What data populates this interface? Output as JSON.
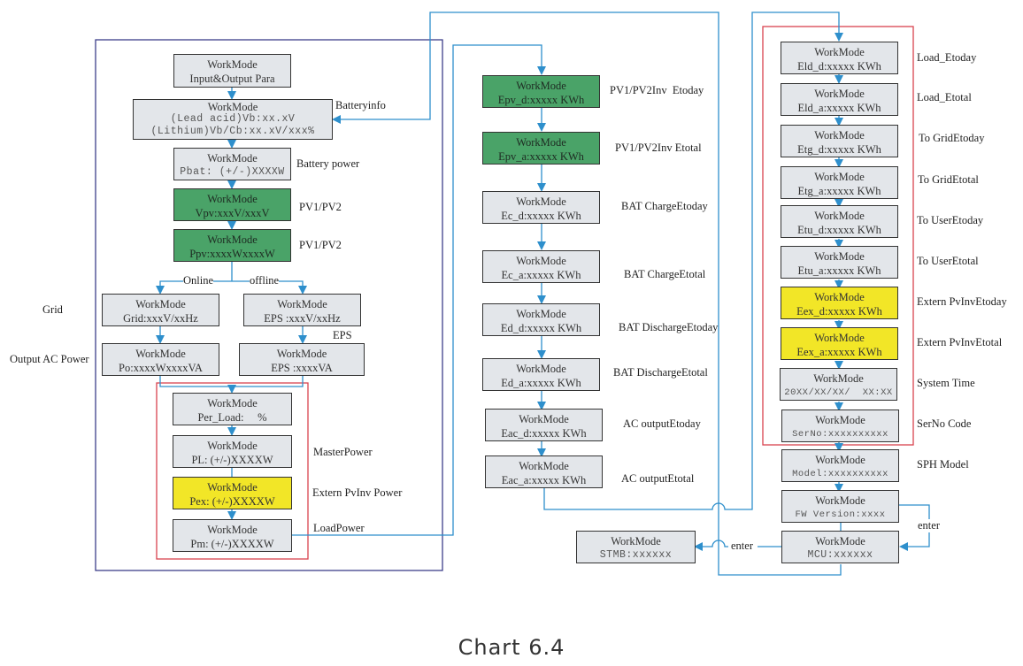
{
  "colors": {
    "node_gray": "#e3e6ea",
    "node_green": "#4aa368",
    "node_yellow": "#f2e627",
    "connector": "#2e8fcc",
    "frame_blue": "#3d3f8a",
    "frame_red": "#d9434f"
  },
  "caption": "Chart 6.4",
  "nodes": {
    "io_para": {
      "title": "WorkMode",
      "value": "Input&Output Para"
    },
    "battery_info": {
      "title": "WorkMode",
      "value": "(Lead acid)Vb:xx.xV",
      "value2": "(Lithium)Vb/Cb:xx.xV/xxx%"
    },
    "pbat": {
      "title": "WorkMode",
      "value": "Pbat: (+/-)XXXXW"
    },
    "vpv": {
      "title": "WorkMode",
      "value": "Vpv:xxxV/xxxV"
    },
    "ppv": {
      "title": "WorkMode",
      "value": "Ppv:xxxxWxxxxW"
    },
    "grid": {
      "title": "WorkMode",
      "value": "Grid:xxxV/xxHz"
    },
    "eps_v": {
      "title": "WorkMode",
      "value": "EPS :xxxV/xxHz"
    },
    "po": {
      "title": "WorkMode",
      "value": "Po:xxxxWxxxxVA"
    },
    "eps_va": {
      "title": "WorkMode",
      "value": "EPS :xxxxVA"
    },
    "per_load": {
      "title": "WorkMode",
      "value": "Per_Load:     %"
    },
    "pl": {
      "title": "WorkMode",
      "value": "PL: (+/-)XXXXW"
    },
    "pex": {
      "title": "WorkMode",
      "value": "Pex: (+/-)XXXXW"
    },
    "pm": {
      "title": "WorkMode",
      "value": "Pm: (+/-)XXXXW"
    },
    "epv_d": {
      "title": "WorkMode",
      "value": "Epv_d:xxxxx KWh"
    },
    "epv_a": {
      "title": "WorkMode",
      "value": "Epv_a:xxxxx KWh"
    },
    "ec_d": {
      "title": "WorkMode",
      "value": "Ec_d:xxxxx KWh"
    },
    "ec_a": {
      "title": "WorkMode",
      "value": "Ec_a:xxxxx KWh"
    },
    "ed_d": {
      "title": "WorkMode",
      "value": "Ed_d:xxxxx KWh"
    },
    "ed_a": {
      "title": "WorkMode",
      "value": "Ed_a:xxxxx KWh"
    },
    "eac_d": {
      "title": "WorkMode",
      "value": "Eac_d:xxxxx KWh"
    },
    "eac_a": {
      "title": "WorkMode",
      "value": "Eac_a:xxxxx KWh"
    },
    "stmb": {
      "title": "WorkMode",
      "value": "STMB:xxxxxx"
    },
    "eld_d": {
      "title": "WorkMode",
      "value": "Eld_d:xxxxx KWh"
    },
    "eld_a": {
      "title": "WorkMode",
      "value": "Eld_a:xxxxx KWh"
    },
    "etg_d": {
      "title": "WorkMode",
      "value": "Etg_d:xxxxx KWh"
    },
    "etg_a": {
      "title": "WorkMode",
      "value": "Etg_a:xxxxx KWh"
    },
    "etu_d": {
      "title": "WorkMode",
      "value": "Etu_d:xxxxx KWh"
    },
    "etu_a": {
      "title": "WorkMode",
      "value": "Etu_a:xxxxx KWh"
    },
    "eex_d": {
      "title": "WorkMode",
      "value": "Eex_d:xxxxx KWh"
    },
    "eex_a": {
      "title": "WorkMode",
      "value": "Eex_a:xxxxx KWh"
    },
    "sys_time": {
      "title": "WorkMode",
      "value": "20XX/XX/XX/  XX:XX"
    },
    "serno": {
      "title": "WorkMode",
      "value": "SerNo:xxxxxxxxxx"
    },
    "model": {
      "title": "WorkMode",
      "value": "Model:xxxxxxxxxx"
    },
    "fw": {
      "title": "WorkMode",
      "value": "FW Version:xxxx"
    },
    "mcu": {
      "title": "WorkMode",
      "value": "MCU:xxxxxx"
    }
  },
  "labels": {
    "batteryinfo": "Batteryinfo",
    "battery_power": "Battery power",
    "pv1": "PV1/PV2",
    "pv2": "PV1/PV2",
    "online": "Online",
    "offline": "offline",
    "grid": "Grid",
    "eps": "EPS",
    "output_ac_power": "Output AC Power",
    "master_power": "MasterPower",
    "extern_pvinv_power": "Extern PvInv Power",
    "load_power": "LoadPower",
    "pv_etoday": "PV1/PV2Inv  Etoday",
    "pv_etotal": "PV1/PV2Inv Etotal",
    "bat_charge_etoday": "BAT ChargeEtoday",
    "bat_charge_etotal": "BAT ChargeEtotal",
    "bat_discharge_etoday": "BAT DischargeEtoday",
    "bat_discharge_etotal": "BAT DischargeEtotal",
    "ac_output_etoday": "AC outputEtoday",
    "ac_output_etotal": "AC outputEtotal",
    "load_etoday": "Load_Etoday",
    "load_etotal": "Load_Etotal",
    "to_grid_etoday": "To GridEtoday",
    "to_grid_etotal": "To GridEtotal",
    "to_user_etoday": "To UserEtoday",
    "to_user_etotal": "To UserEtotal",
    "extern_pvinv_etoday": "Extern PvInvEtoday",
    "extern_pvinv_etotal": "Extern PvInvEtotal",
    "system_time": "System Time",
    "serno_code": "SerNo Code",
    "sph_model": "SPH Model",
    "enter_fw_mcu": "enter",
    "enter_mcu_stmb": "enter"
  }
}
